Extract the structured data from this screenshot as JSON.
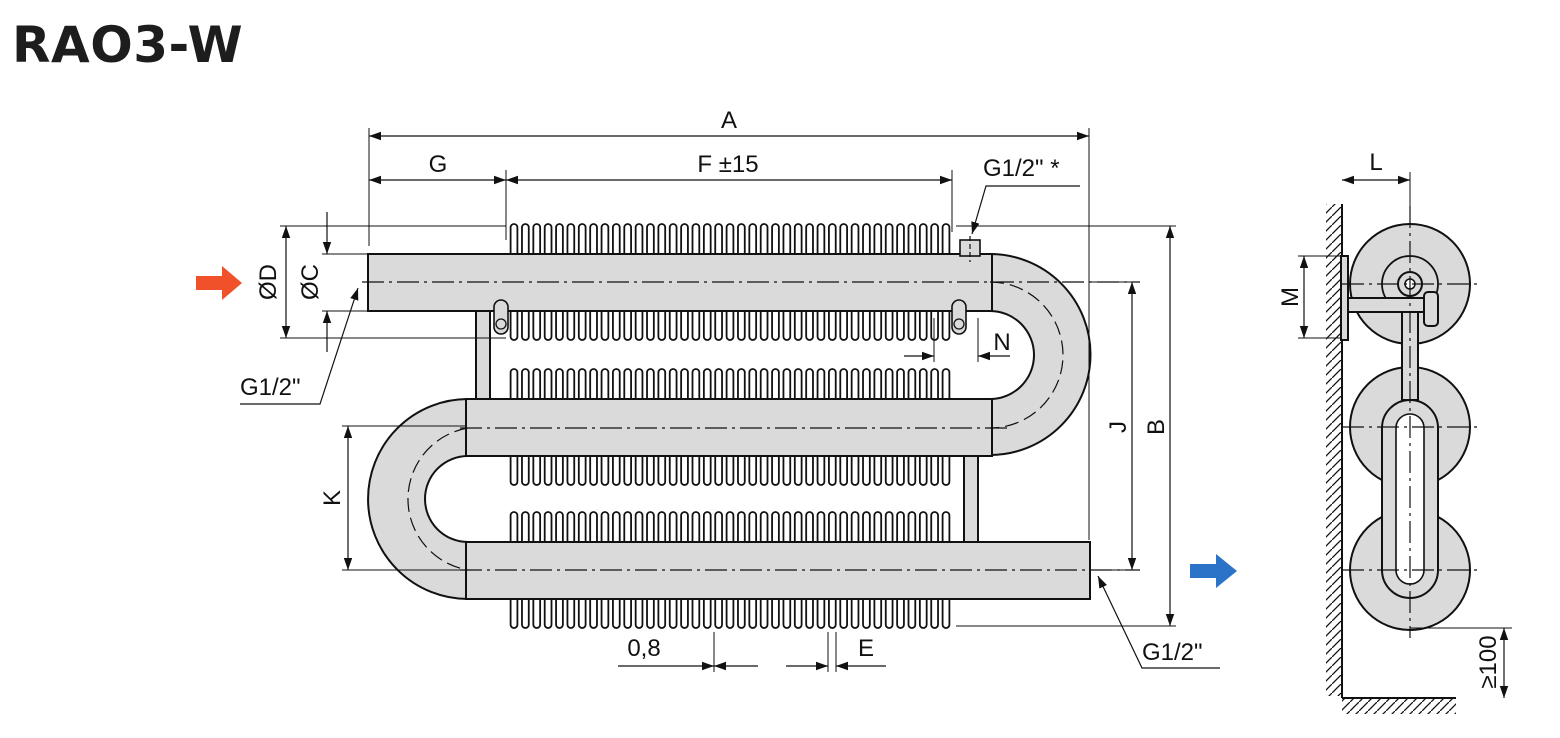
{
  "title": "RAO3-W",
  "labels": {
    "A": "A",
    "G": "G",
    "F": "F ±15",
    "vent": "G1/2\" *",
    "D": "ØD",
    "C": "ØC",
    "N": "N",
    "inlet_thread": "G1/2\"",
    "J": "J",
    "B": "B",
    "K": "K",
    "fin_thickness": "0,8",
    "E": "E",
    "outlet_thread": "G1/2\"",
    "L": "L",
    "M": "M",
    "min_floor": "≥100"
  },
  "colors": {
    "inlet_arrow": "#f0502a",
    "outlet_arrow": "#2b73c8",
    "pipe_fill": "#dadada",
    "line": "#111111"
  }
}
